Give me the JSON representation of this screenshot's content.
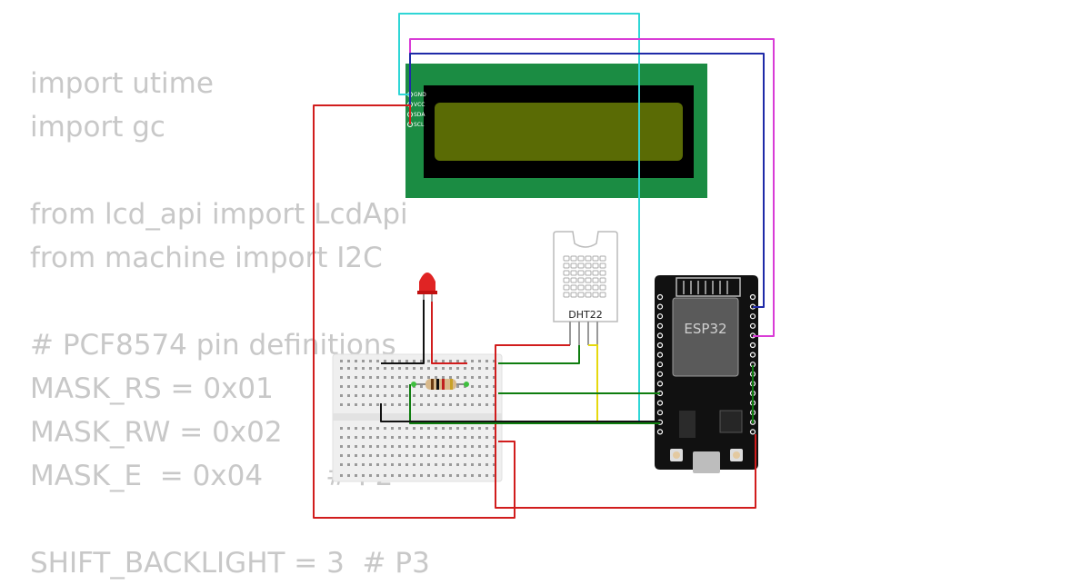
{
  "code_lines": [
    "import utime",
    "import gc",
    "",
    "from lcd_api import LcdApi",
    "from machine import I2C",
    "",
    "# PCF8574 pin definitions",
    "MASK_RS = 0x01       # P0",
    "MASK_RW = 0x02       # P1",
    "MASK_E  = 0x04       # P2",
    "",
    "SHIFT_BACKLIGHT = 3  # P3"
  ],
  "lcd": {
    "pins": [
      "GND",
      "VCC",
      "SDA",
      "SCL"
    ]
  },
  "esp32": {
    "label": "ESP32"
  },
  "dht": {
    "label": "DHT22"
  },
  "colors": {
    "wire_red": "#d11d1d",
    "wire_cyan": "#2fd6d6",
    "wire_magenta": "#d93cd6",
    "wire_blue": "#1f2aa8",
    "wire_green": "#0f7d0f",
    "wire_yellow": "#e6d90e",
    "wire_black": "#111111",
    "lcd_board": "#1b8c43",
    "lcd_screen": "#5a6b05"
  }
}
